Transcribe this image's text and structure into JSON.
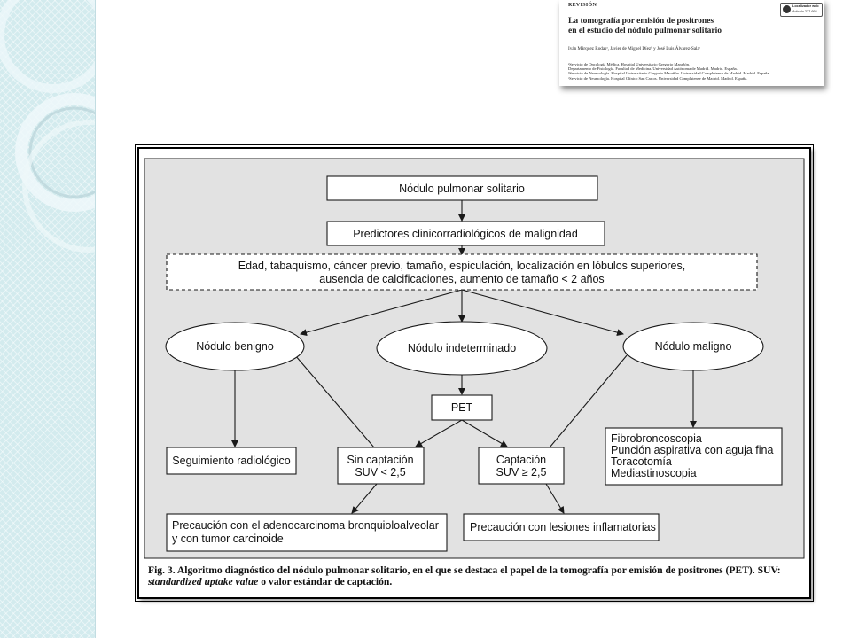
{
  "article": {
    "section": "REVISIÓN",
    "title_line1": "La tomografía por emisión de positrones",
    "title_line2": "en el estudio del nódulo pulmonar solitario",
    "authors": "Iván Márquez Rodasᵃ, Javier de Miguel Díezᵇ y José Luis Álvarez-Salaᶜ",
    "affiliations": [
      "ᵃServicio de Oncología Médica. Hospital Universitario Gregorio Marañón.",
      " Departamento de Fisiología. Facultad de Medicina. Universidad Autónoma de Madrid. Madrid. España.",
      "ᵇServicio de Neumología. Hospital Universitario Gregorio Marañón. Universidad Complutense de Madrid. Madrid. España.",
      "ᶜServicio de Neumología. Hospital Clínico San Carlos. Universidad Complutense de Madrid. Madrid. España."
    ],
    "badge_line1": "Localizador web",
    "badge_line2": "Artículo 227.692"
  },
  "diagram": {
    "colors": {
      "panel": "#e2e2e2",
      "box": "#ffffff",
      "stroke": "#1a1a1a"
    },
    "nodes": {
      "root": "Nódulo pulmonar solitario",
      "predictors": "Predictores clinicorradiológicos de malignidad",
      "factors_line1": "Edad, tabaquismo, cáncer previo, tamaño, espiculación, localización en lóbulos superiores,",
      "factors_line2": "ausencia de calcificaciones, aumento de tamaño < 2 años",
      "benign": "Nódulo benigno",
      "indeterminate": "Nódulo indeterminado",
      "malignant": "Nódulo maligno",
      "pet": "PET",
      "followup": "Seguimiento radiológico",
      "no_uptake_line1": "Sin captación",
      "no_uptake_line2": "SUV < 2,5",
      "uptake_line1": "Captación",
      "uptake_line2": "SUV ≥ 2,5",
      "malignant_steps": [
        "Fibrobroncoscopia",
        "Punción aspirativa con aguja fina",
        "Toracotomía",
        "Mediastinoscopia"
      ],
      "caution_adeno_line1": "Precaución con el adenocarcinoma bronquioloalveolar",
      "caution_adeno_line2": "y con tumor carcinoide",
      "caution_inflam": "Precaución con lesiones inflamatorias"
    }
  },
  "caption": {
    "label": "Fig. 3.",
    "text_before": " Algoritmo diagnóstico del nódulo pulmonar solitario, en el que se destaca el papel de la tomografía por emisión de positrones (PET). SUV: ",
    "italic": "standardized uptake value",
    "text_after": " o valor estándar de captación."
  }
}
